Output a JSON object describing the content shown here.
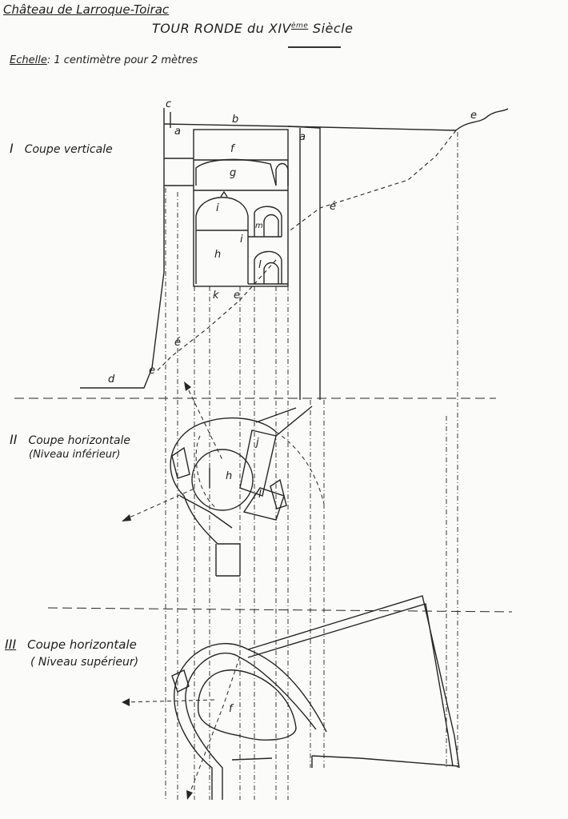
{
  "header": {
    "site_title": "Château de Larroque-Toirac",
    "main_title": "TOUR RONDE du XIV",
    "main_title_sup": "ème",
    "main_title_end": "Siècle",
    "scale_label": "Echelle",
    "scale_value": ": 1 centimètre pour 2 mètres"
  },
  "sections": [
    {
      "roman": "I",
      "label": "Coupe verticale",
      "sub": ""
    },
    {
      "roman": "II",
      "label": "Coupe horizontale",
      "sub": "(Niveau inférieur)"
    },
    {
      "roman": "III",
      "label": "Coupe horizontale",
      "sub": "( Niveau supérieur)"
    }
  ],
  "letters": {
    "a": "a",
    "b": "b",
    "c": "c",
    "d": "d",
    "e": "e",
    "e_prime": "é",
    "f": "f",
    "g": "g",
    "h": "h",
    "i": "i",
    "j": "j",
    "k": "k",
    "l": "l",
    "m": "m"
  },
  "colors": {
    "ink": "#1e1e1e",
    "paper": "#fbfbf9"
  }
}
